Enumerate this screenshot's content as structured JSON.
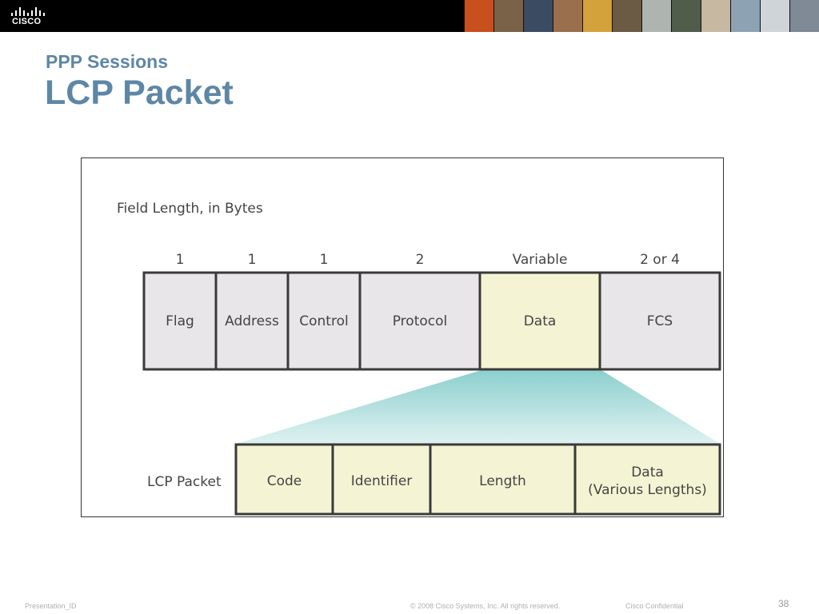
{
  "header": {
    "logo_text": "CISCO",
    "photo_colors": [
      "#c8501e",
      "#7a6248",
      "#3a4b62",
      "#9a6f4e",
      "#d4a23a",
      "#6b5a44",
      "#aeb4b0",
      "#4f5d4a",
      "#c7b8a2",
      "#8da2b2",
      "#cfd4d8",
      "#7f8a96"
    ]
  },
  "slide": {
    "subtitle": "PPP Sessions",
    "title": "LCP Packet"
  },
  "diagram": {
    "field_length_label": "Field Length, in Bytes",
    "top_fields": [
      {
        "length": "1",
        "label": "Flag"
      },
      {
        "length": "1",
        "label": "Address"
      },
      {
        "length": "1",
        "label": "Control"
      },
      {
        "length": "2",
        "label": "Protocol"
      },
      {
        "length": "Variable",
        "label": "Data"
      },
      {
        "length": "2 or 4",
        "label": "FCS"
      }
    ],
    "lcp_label": "LCP Packet",
    "lcp_fields": [
      {
        "label": "Code"
      },
      {
        "label": "Identifier"
      },
      {
        "label": "Length"
      },
      {
        "label": "Data",
        "label2": "(Various Lengths)"
      }
    ],
    "colors": {
      "gray_fill": "#e8e6e8",
      "yellow_fill": "#f4f4d4",
      "border": "#3a3a3a",
      "fan_top": "#8ccfce",
      "fan_bottom": "#dff2f1"
    }
  },
  "footer": {
    "presentation_id": "Presentation_ID",
    "copyright": "© 2008 Cisco Systems, Inc. All rights reserved.",
    "confidential": "Cisco Confidential",
    "page_number": "38"
  }
}
